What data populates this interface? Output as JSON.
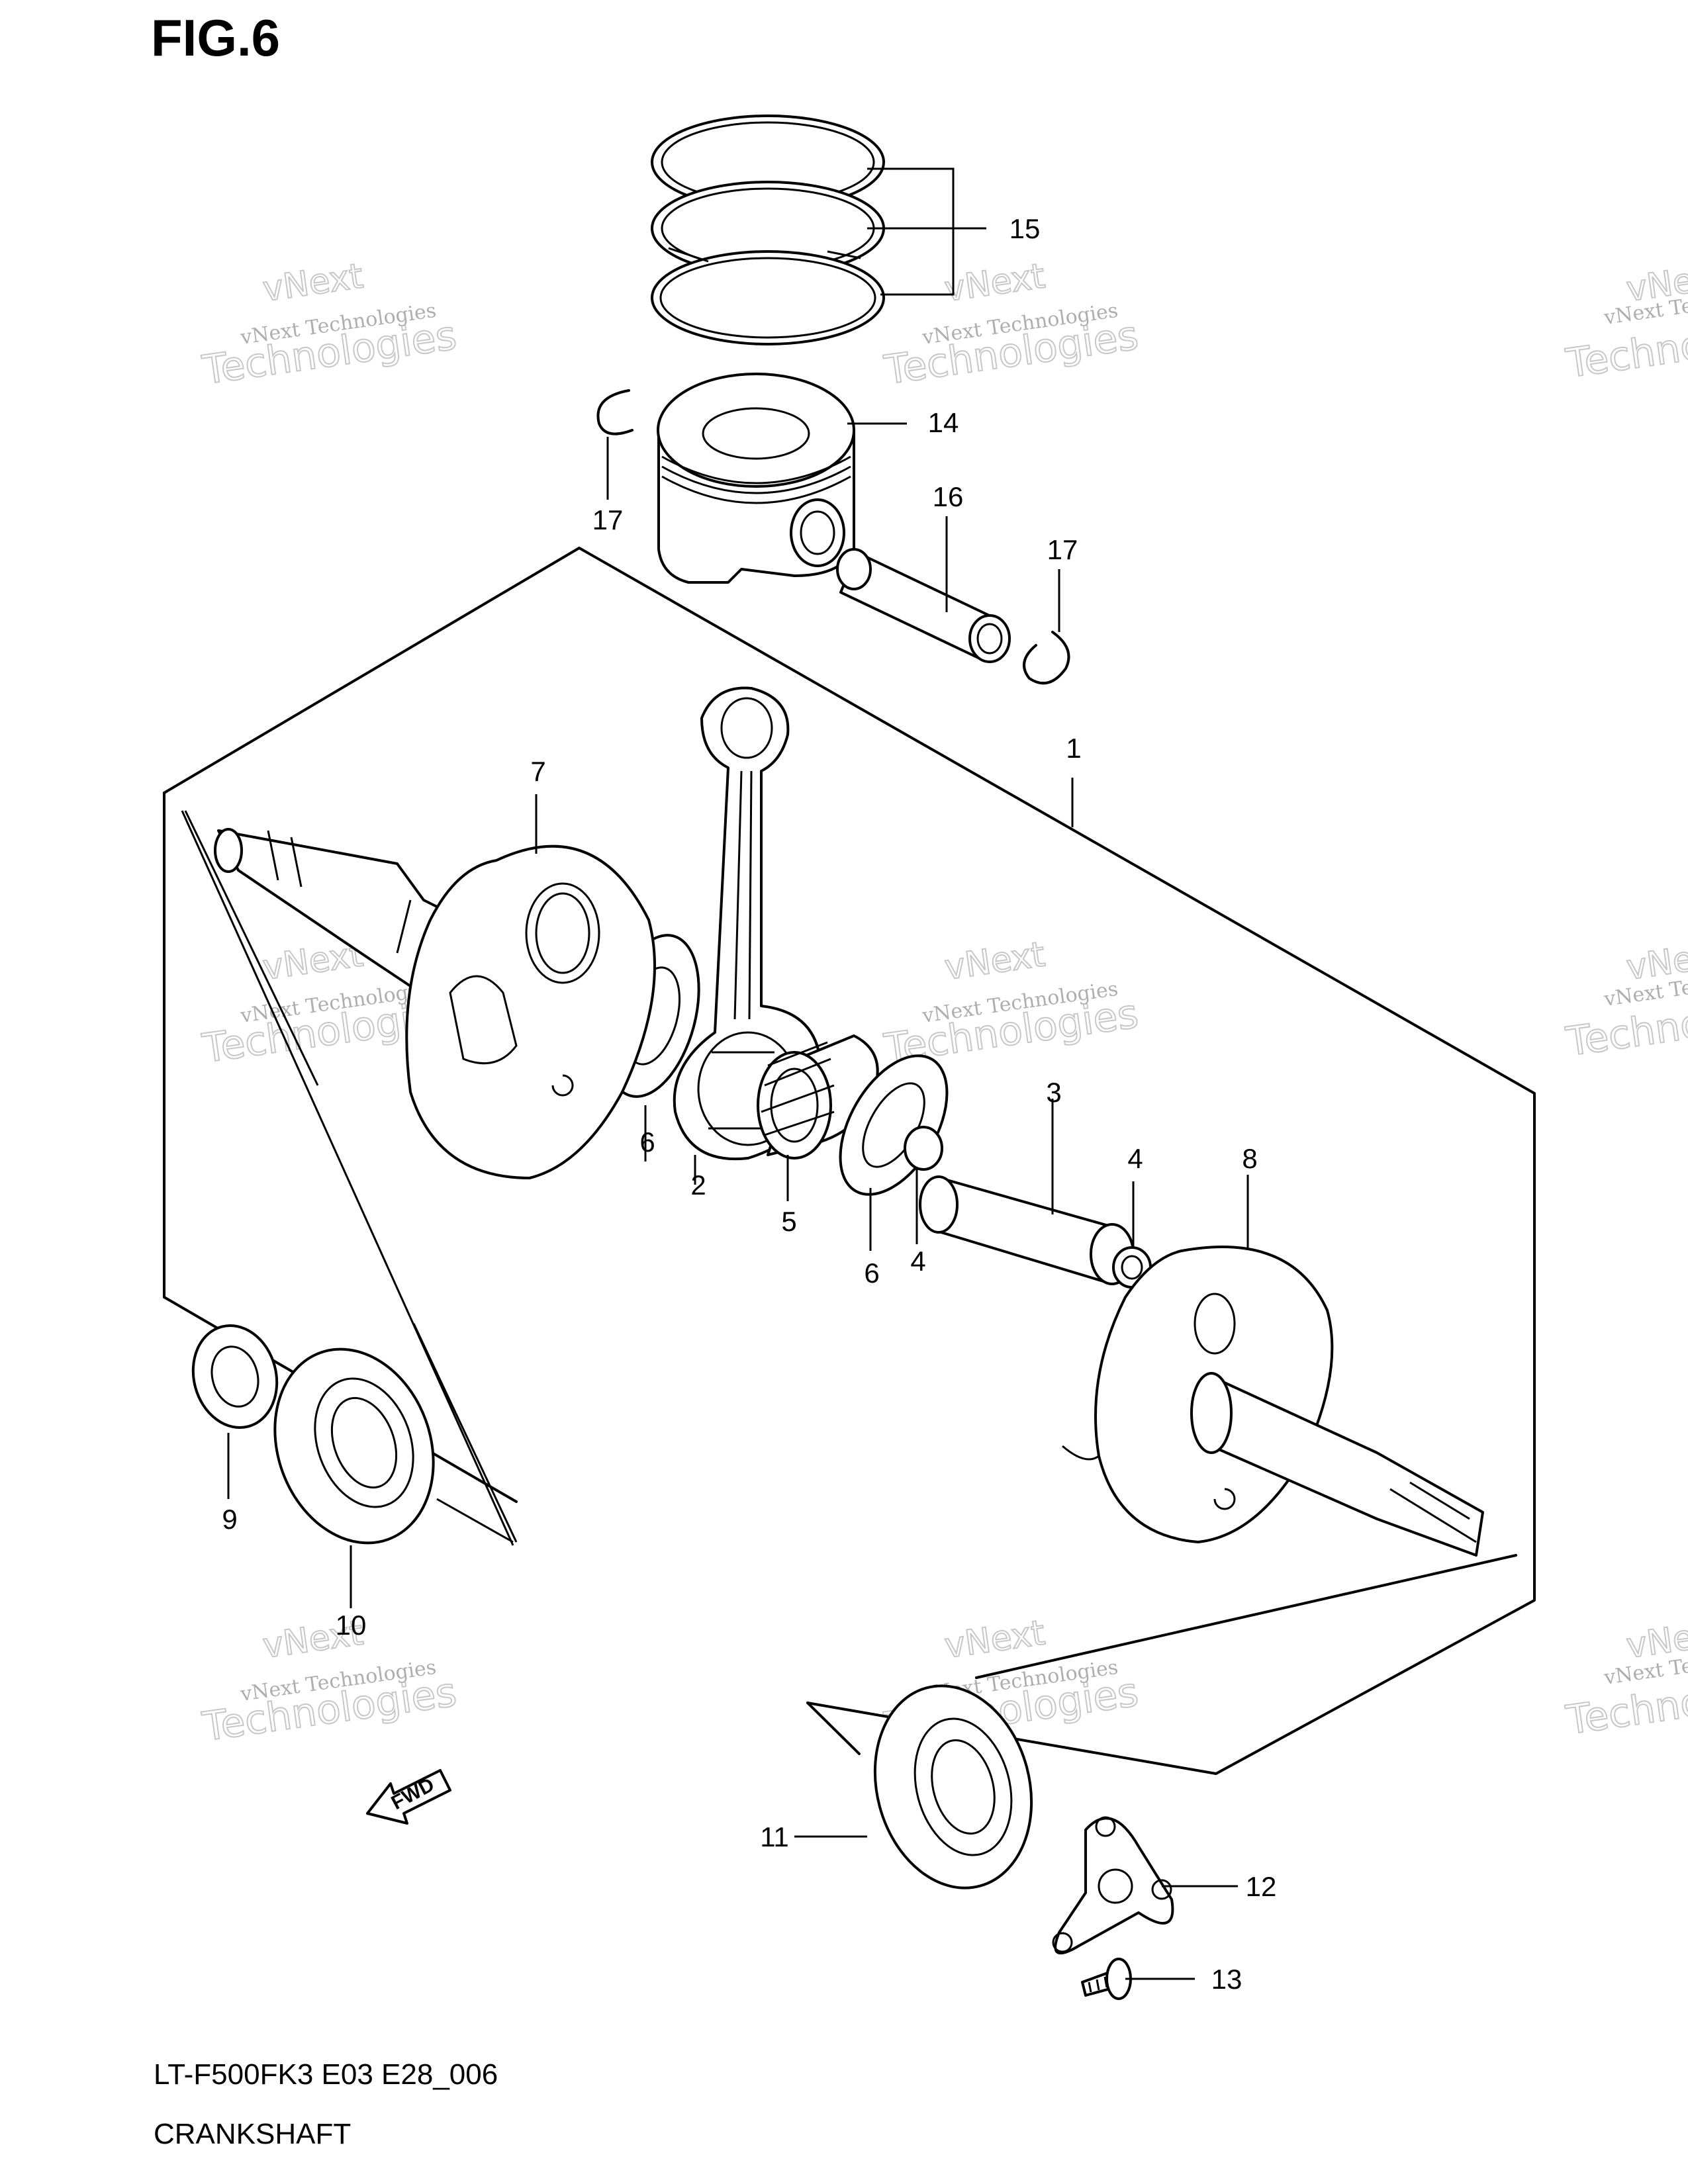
{
  "figure": {
    "title": "FIG.6"
  },
  "footer": {
    "model_code": "LT-F500FK3 E03 E28_006",
    "part_group": "CRANKSHAFT"
  },
  "watermark": {
    "line1": "vNext",
    "line2": "vNext Technologies",
    "line3": "Technologies"
  },
  "fwd_label": "FWD",
  "callouts": {
    "c1": "1",
    "c2": "2",
    "c3": "3",
    "c4a": "4",
    "c4b": "4",
    "c5": "5",
    "c6a": "6",
    "c6b": "6",
    "c7": "7",
    "c8": "8",
    "c9": "9",
    "c10": "10",
    "c11": "11",
    "c12": "12",
    "c13": "13",
    "c14": "14",
    "c15": "15",
    "c16": "16",
    "c17a": "17",
    "c17b": "17"
  }
}
